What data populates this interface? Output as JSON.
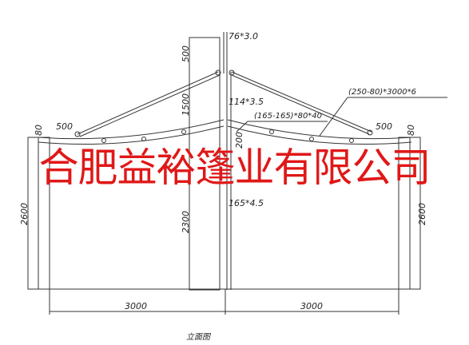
{
  "labels": {
    "top_pipe": "76*3.0",
    "cable_spec": "(250-80)*3000*6",
    "mast_pipe": "114*3.5",
    "beam_spec": "(165-165)*80*40",
    "lower_pipe": "165*4.5",
    "dim_500_top": "500",
    "dim_1500": "1500",
    "dim_2300": "2300",
    "dim_2600_left": "2600",
    "dim_2600_right": "2600",
    "dim_500_left": "500",
    "dim_500_right": "500",
    "dim_80_left": "80",
    "dim_80_right": "80",
    "dim_200": "200",
    "dim_3000_left": "3000",
    "dim_3000_right": "3000",
    "caption": "立面图"
  },
  "watermark": {
    "text": "合肥益裕篷业有限公司",
    "color": "#e01818"
  },
  "colors": {
    "line": "#333333",
    "watermark": "#e01818"
  }
}
